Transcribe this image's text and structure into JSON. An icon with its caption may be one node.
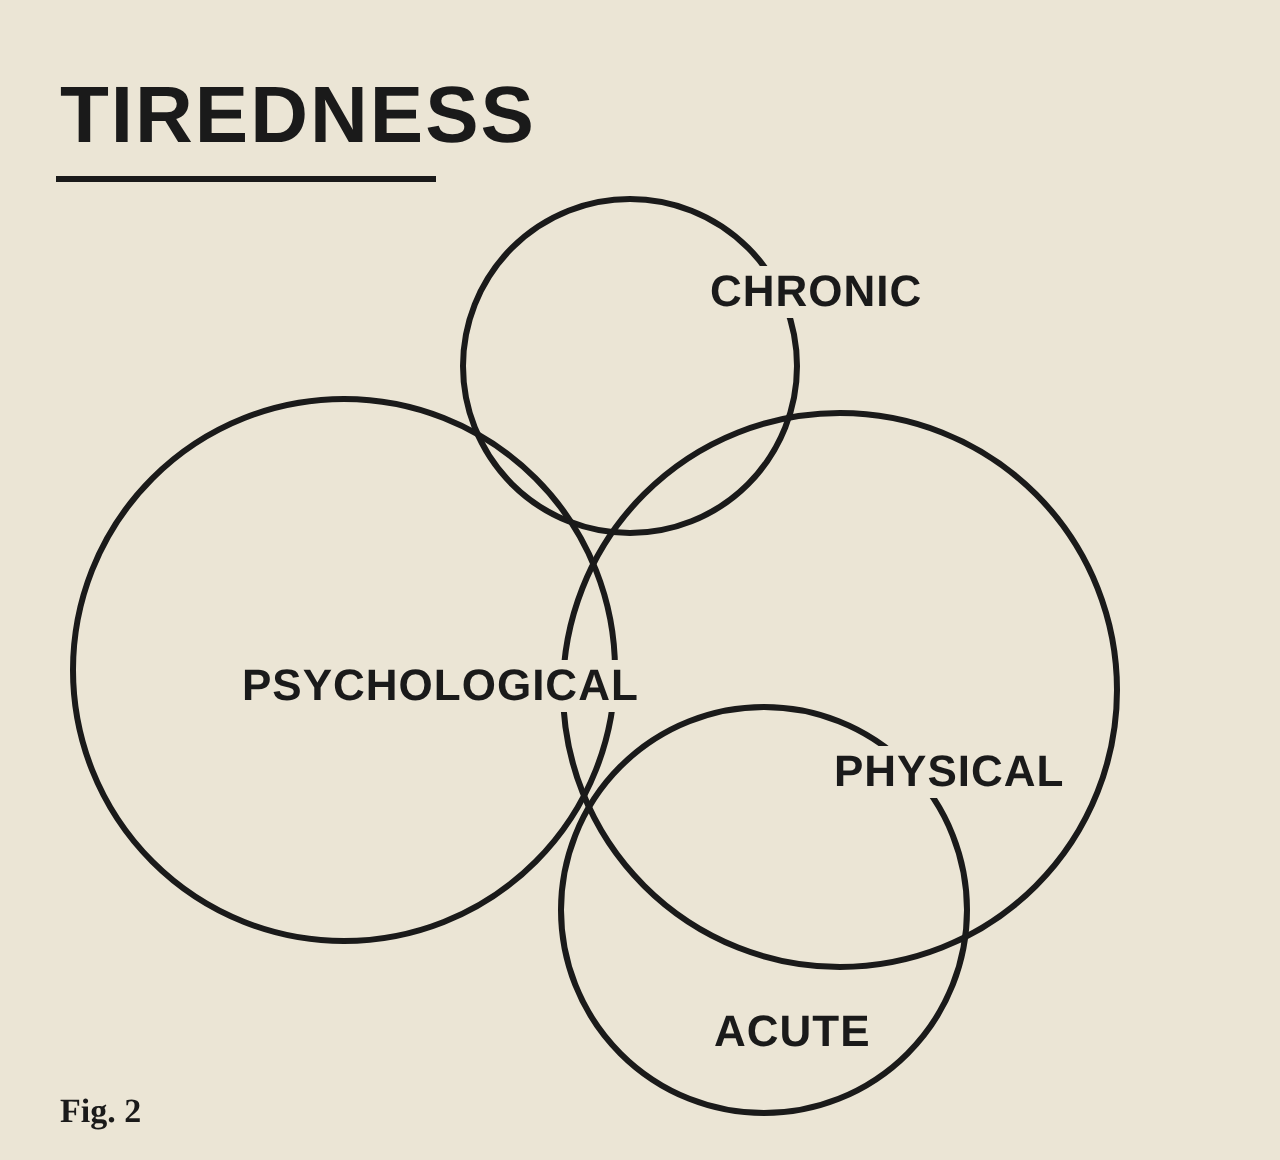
{
  "diagram": {
    "title": "TIREDNESS",
    "caption": "Fig. 2",
    "nodes": [
      {
        "text": [
          "CHRONIC"
        ]
      },
      {
        "text": [
          "PSYCHOLOGICAL"
        ]
      },
      {
        "text": [
          "PHYSICAL"
        ]
      },
      {
        "text": [
          "ACUTE"
        ]
      }
    ],
    "edges": []
  }
}
